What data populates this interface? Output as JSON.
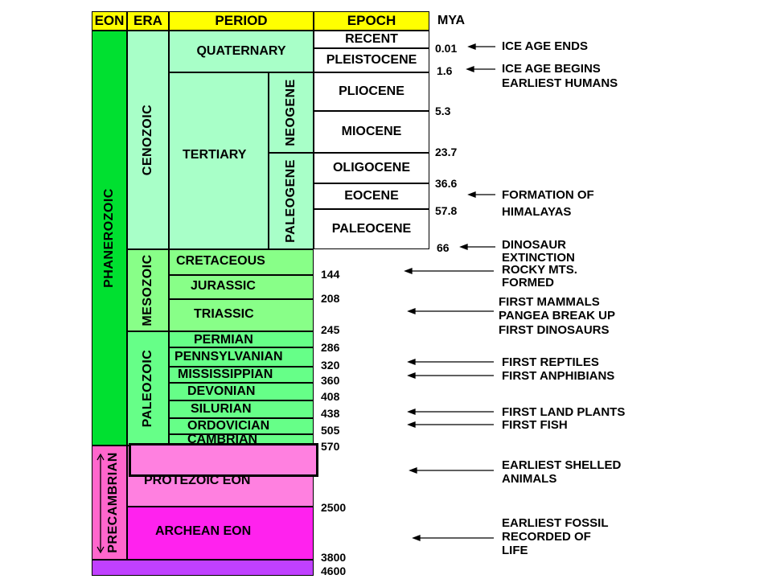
{
  "headers": {
    "eon": "EON",
    "era": "ERA",
    "period": "PERIOD",
    "epoch": "EPOCH",
    "mya": "MYA"
  },
  "eons": {
    "phanerozoic": "PHANEROZOIC",
    "precambrian": "PRECAMBRIAN",
    "protezoic": "PROTEZOIC EON",
    "archean": "ARCHEAN EON"
  },
  "eras": {
    "cenozoic": "CENOZOIC",
    "mesozoic": "MESOZOIC",
    "paleozoic": "PALEOZOIC"
  },
  "periods": {
    "quaternary": "QUATERNARY",
    "tertiary": "TERTIARY",
    "neogene": "NEOGENE",
    "paleogene": "PALEOGENE",
    "cretaceous": "CRETACEOUS",
    "jurassic": "JURASSIC",
    "triassic": "TRIASSIC",
    "permian": "PERMIAN",
    "pennsylvanian": "PENNSYLVANIAN",
    "mississippian": "MISSISSIPPIAN",
    "devonian": "DEVONIAN",
    "silurian": "SILURIAN",
    "ordovician": "ORDOVICIAN",
    "cambrian": "CAMBRIAN"
  },
  "epochs": {
    "recent": "RECENT",
    "pleistocene": "PLEISTOCENE",
    "pliocene": "PLIOCENE",
    "miocene": "MIOCENE",
    "oligocene": "OLIGOCENE",
    "eocene": "EOCENE",
    "paleocene": "PALEOCENE"
  },
  "mya": [
    "0.01",
    "1.6",
    "5.3",
    "23.7",
    "36.6",
    "57.8",
    "66",
    "144",
    "208",
    "245",
    "286",
    "320",
    "360",
    "408",
    "438",
    "505",
    "570",
    "2500",
    "3800",
    "4600"
  ],
  "events": {
    "ice_age_ends": "ICE AGE ENDS",
    "ice_age_begins": "ICE AGE BEGINS",
    "earliest_humans": "EARLIEST HUMANS",
    "formation_of": "FORMATION OF",
    "himalayas": "HIMALAYAS",
    "dinosaur": "DINOSAUR",
    "extinction": "EXTINCTION",
    "rocky_mts": "ROCKY MTS.",
    "formed": "FORMED",
    "first_mammals": "FIRST MAMMALS",
    "pangea_break_up": "PANGEA  BREAK UP",
    "first_dinosaurs": "FIRST DINOSAURS",
    "first_reptiles": "FIRST REPTILES",
    "first_anphibians": "FIRST ANPHIBIANS",
    "first_land_plants": "FIRST LAND PLANTS",
    "first_fish": "FIRST FISH",
    "earliest_shelled": "EARLIEST SHELLED",
    "animals": "ANIMALS",
    "earliest_fossil": "EARLIEST FOSSIL",
    "recorded_of": "RECORDED OF",
    "life": "LIFE"
  },
  "colors": {
    "header": "#ffff00",
    "phanerozoic": "#00e030",
    "cenozoic": "#a8ffc8",
    "mesozoic": "#88ff88",
    "paleozoic": "#66ff88",
    "precambrian": "#ff66cc",
    "protezoic": "#ff80e0",
    "archean": "#ff22ee",
    "base": "#c040ff"
  }
}
